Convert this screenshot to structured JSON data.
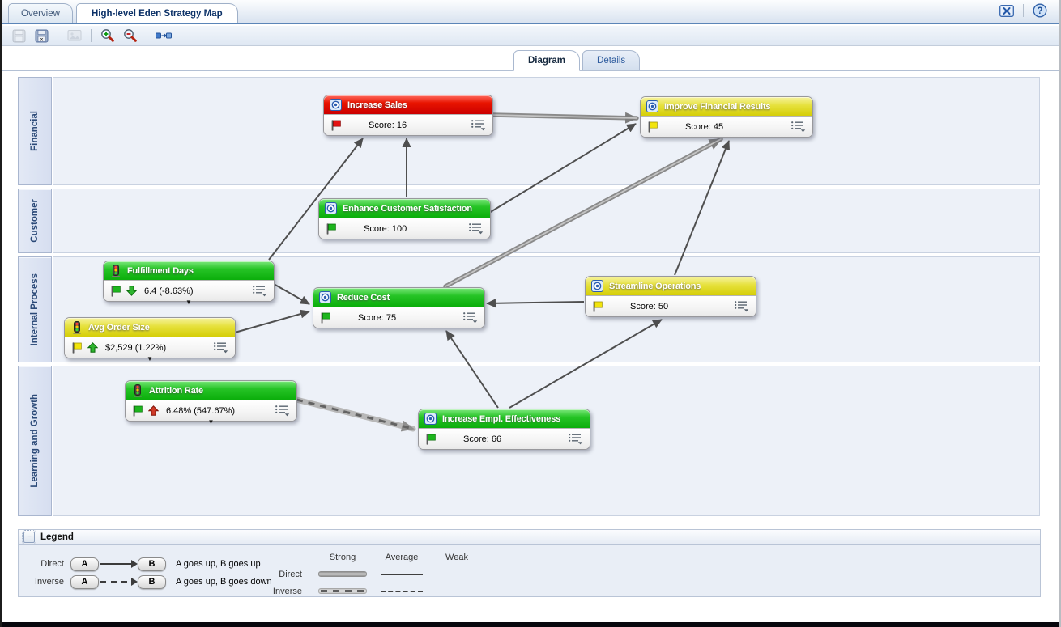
{
  "window": {
    "tabs": [
      {
        "label": "Overview",
        "active": false
      },
      {
        "label": "High-level Eden Strategy Map",
        "active": true
      }
    ],
    "icons": {
      "close": "close-icon",
      "help": "help-icon"
    }
  },
  "toolbar": {
    "icons": [
      "save-icon",
      "save-as-icon",
      "export-image-icon",
      "zoom-in-icon",
      "zoom-out-icon",
      "fit-to-window-icon"
    ]
  },
  "view_tabs": [
    {
      "label": "Diagram",
      "active": true
    },
    {
      "label": "Details",
      "active": false
    }
  ],
  "diagram": {
    "lanes": [
      {
        "label": "Financial"
      },
      {
        "label": "Customer"
      },
      {
        "label": "Internal Process"
      },
      {
        "label": "Learning and Growth"
      }
    ],
    "nodes": [
      {
        "id": "increase-sales",
        "title": "Increase Sales",
        "kind": "objective",
        "status": "red",
        "value": "Score: 16",
        "lane": "Financial"
      },
      {
        "id": "improve-financial-results",
        "title": "Improve Financial Results",
        "kind": "objective",
        "status": "yellow",
        "value": "Score: 45",
        "lane": "Financial"
      },
      {
        "id": "enhance-customer-satisfaction",
        "title": "Enhance Customer Satisfaction",
        "kind": "objective",
        "status": "green",
        "value": "Score: 100",
        "lane": "Customer"
      },
      {
        "id": "fulfillment-days",
        "title": "Fulfillment Days",
        "kind": "kpi",
        "status": "green",
        "value": "6.4 (-8.63%)",
        "trend": "down",
        "trend_color": "green",
        "expandable": true,
        "lane": "Internal Process"
      },
      {
        "id": "avg-order-size",
        "title": "Avg Order Size",
        "kind": "kpi",
        "status": "yellow",
        "value": "$2,529 (1.22%)",
        "trend": "up",
        "trend_color": "green",
        "expandable": true,
        "lane": "Internal Process"
      },
      {
        "id": "reduce-cost",
        "title": "Reduce Cost",
        "kind": "objective",
        "status": "green",
        "value": "Score: 75",
        "lane": "Internal Process"
      },
      {
        "id": "streamline-operations",
        "title": "Streamline Operations",
        "kind": "objective",
        "status": "yellow",
        "value": "Score: 50",
        "lane": "Internal Process"
      },
      {
        "id": "attrition-rate",
        "title": "Attrition Rate",
        "kind": "kpi",
        "status": "green",
        "value": "6.48% (547.67%)",
        "trend": "up",
        "trend_color": "red",
        "expandable": true,
        "lane": "Learning and Growth"
      },
      {
        "id": "increase-empl-effectiveness",
        "title": "Increase Empl. Effectiveness",
        "kind": "objective",
        "status": "green",
        "value": "Score: 66",
        "lane": "Learning and Growth"
      }
    ],
    "edges": [
      {
        "from": "increase-sales",
        "to": "improve-financial-results",
        "strength": "strong",
        "direction": "direct"
      },
      {
        "from": "enhance-customer-satisfaction",
        "to": "improve-financial-results",
        "strength": "average",
        "direction": "direct"
      },
      {
        "from": "reduce-cost",
        "to": "improve-financial-results",
        "strength": "strong",
        "direction": "direct"
      },
      {
        "from": "streamline-operations",
        "to": "improve-financial-results",
        "strength": "average",
        "direction": "direct"
      },
      {
        "from": "streamline-operations",
        "to": "reduce-cost",
        "strength": "average",
        "direction": "direct"
      },
      {
        "from": "fulfillment-days",
        "to": "increase-sales",
        "strength": "average",
        "direction": "direct"
      },
      {
        "from": "enhance-customer-satisfaction",
        "to": "increase-sales",
        "strength": "average",
        "direction": "direct"
      },
      {
        "from": "fulfillment-days",
        "to": "reduce-cost",
        "strength": "average",
        "direction": "direct"
      },
      {
        "from": "avg-order-size",
        "to": "reduce-cost",
        "strength": "average",
        "direction": "direct"
      },
      {
        "from": "attrition-rate",
        "to": "increase-empl-effectiveness",
        "strength": "strong",
        "direction": "inverse"
      },
      {
        "from": "increase-empl-effectiveness",
        "to": "reduce-cost",
        "strength": "average",
        "direction": "direct"
      },
      {
        "from": "increase-empl-effectiveness",
        "to": "streamline-operations",
        "strength": "average",
        "direction": "direct"
      }
    ]
  },
  "legend": {
    "title": "Legend",
    "relationship_rows": [
      {
        "label": "Direct",
        "node_a": "A",
        "node_b": "B",
        "description": "A goes up, B goes up",
        "style": "solid"
      },
      {
        "label": "Inverse",
        "node_a": "A",
        "node_b": "B",
        "description": "A goes up, B goes down",
        "style": "dashed"
      }
    ],
    "strength": {
      "columns": [
        "Strong",
        "Average",
        "Weak"
      ],
      "direct_label": "Direct",
      "inverse_label": "Inverse"
    }
  },
  "colors": {
    "status_red": "#dd0000",
    "status_yellow": "#ddd600",
    "status_green": "#17bd17",
    "accent_blue": "#2a5db0",
    "lane_bg": "#edf1f8"
  }
}
